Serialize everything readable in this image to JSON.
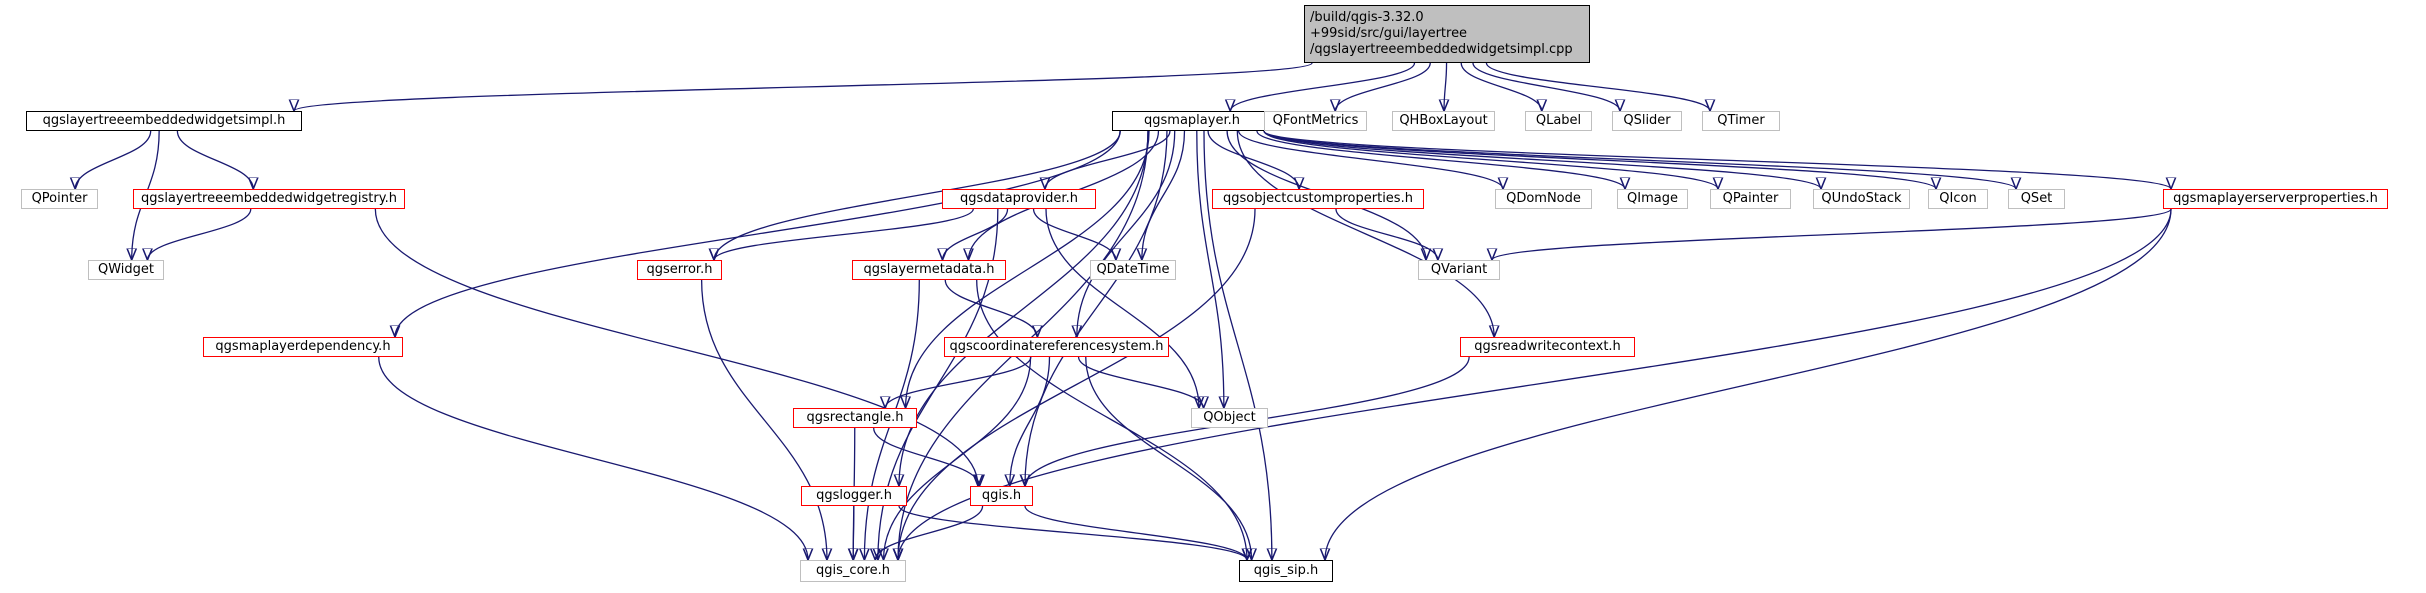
{
  "diagram": {
    "nodes": [
      {
        "id": "root",
        "style": "root",
        "lines": [
          "/build/qgis-3.32.0",
          "+99sid/src/gui/layertree",
          "/qgslayertreeembeddedwidgetsimpl.cpp"
        ]
      },
      {
        "id": "impl",
        "style": "black",
        "lines": [
          "qgslayertreeembeddedwidgetsimpl.h"
        ]
      },
      {
        "id": "qgsmaplayer",
        "style": "black",
        "lines": [
          "qgsmaplayer.h"
        ]
      },
      {
        "id": "qfontmetrics",
        "style": "gray",
        "lines": [
          "QFontMetrics"
        ]
      },
      {
        "id": "qhboxlayout",
        "style": "gray",
        "lines": [
          "QHBoxLayout"
        ]
      },
      {
        "id": "qlabel",
        "style": "gray",
        "lines": [
          "QLabel"
        ]
      },
      {
        "id": "qslider",
        "style": "gray",
        "lines": [
          "QSlider"
        ]
      },
      {
        "id": "qtimer",
        "style": "gray",
        "lines": [
          "QTimer"
        ]
      },
      {
        "id": "qpointer",
        "style": "gray",
        "lines": [
          "QPointer"
        ]
      },
      {
        "id": "registry",
        "style": "red",
        "lines": [
          "qgslayertreeembeddedwidgetregistry.h"
        ]
      },
      {
        "id": "qwidget",
        "style": "gray",
        "lines": [
          "QWidget"
        ]
      },
      {
        "id": "dataprovider",
        "style": "red",
        "lines": [
          "qgsdataprovider.h"
        ]
      },
      {
        "id": "objectcustom",
        "style": "red",
        "lines": [
          "qgsobjectcustomproperties.h"
        ]
      },
      {
        "id": "qdomnode",
        "style": "gray",
        "lines": [
          "QDomNode"
        ]
      },
      {
        "id": "qimage",
        "style": "gray",
        "lines": [
          "QImage"
        ]
      },
      {
        "id": "qpainter",
        "style": "gray",
        "lines": [
          "QPainter"
        ]
      },
      {
        "id": "qundostack",
        "style": "gray",
        "lines": [
          "QUndoStack"
        ]
      },
      {
        "id": "qicon",
        "style": "gray",
        "lines": [
          "QIcon"
        ]
      },
      {
        "id": "qset",
        "style": "gray",
        "lines": [
          "QSet"
        ]
      },
      {
        "id": "serverprops",
        "style": "red",
        "lines": [
          "qgsmaplayerserverproperties.h"
        ]
      },
      {
        "id": "qgserror",
        "style": "red",
        "lines": [
          "qgserror.h"
        ]
      },
      {
        "id": "layermetadata",
        "style": "red",
        "lines": [
          "qgslayermetadata.h"
        ]
      },
      {
        "id": "qdatetime",
        "style": "gray",
        "lines": [
          "QDateTime"
        ]
      },
      {
        "id": "qvariant",
        "style": "gray",
        "lines": [
          "QVariant"
        ]
      },
      {
        "id": "dependency",
        "style": "red",
        "lines": [
          "qgsmaplayerdependency.h"
        ]
      },
      {
        "id": "crs",
        "style": "red",
        "lines": [
          "qgscoordinatereferencesystem.h"
        ]
      },
      {
        "id": "readwrite",
        "style": "red",
        "lines": [
          "qgsreadwritecontext.h"
        ]
      },
      {
        "id": "qobject",
        "style": "gray",
        "lines": [
          "QObject"
        ]
      },
      {
        "id": "rectangle",
        "style": "red",
        "lines": [
          "qgsrectangle.h"
        ]
      },
      {
        "id": "qgslogger",
        "style": "red",
        "lines": [
          "qgslogger.h"
        ]
      },
      {
        "id": "qgis",
        "style": "red",
        "lines": [
          "qgis.h"
        ]
      },
      {
        "id": "qgis_core",
        "style": "gray",
        "lines": [
          "qgis_core.h"
        ]
      },
      {
        "id": "qgis_sip",
        "style": "black",
        "lines": [
          "qgis_sip.h"
        ]
      }
    ],
    "edges": [
      [
        "root",
        "impl"
      ],
      [
        "root",
        "qgsmaplayer"
      ],
      [
        "root",
        "qfontmetrics"
      ],
      [
        "root",
        "qhboxlayout"
      ],
      [
        "root",
        "qlabel"
      ],
      [
        "root",
        "qslider"
      ],
      [
        "root",
        "qtimer"
      ],
      [
        "impl",
        "qpointer"
      ],
      [
        "impl",
        "registry"
      ],
      [
        "impl",
        "qwidget"
      ],
      [
        "registry",
        "qwidget"
      ],
      [
        "registry",
        "qgis"
      ],
      [
        "qgsmaplayer",
        "dataprovider"
      ],
      [
        "qgsmaplayer",
        "objectcustom"
      ],
      [
        "qgsmaplayer",
        "qdomnode"
      ],
      [
        "qgsmaplayer",
        "qimage"
      ],
      [
        "qgsmaplayer",
        "qpainter"
      ],
      [
        "qgsmaplayer",
        "qundostack"
      ],
      [
        "qgsmaplayer",
        "qicon"
      ],
      [
        "qgsmaplayer",
        "qset"
      ],
      [
        "qgsmaplayer",
        "serverprops"
      ],
      [
        "qgsmaplayer",
        "qgserror"
      ],
      [
        "qgsmaplayer",
        "layermetadata"
      ],
      [
        "qgsmaplayer",
        "qdatetime"
      ],
      [
        "qgsmaplayer",
        "qvariant"
      ],
      [
        "qgsmaplayer",
        "dependency"
      ],
      [
        "qgsmaplayer",
        "crs"
      ],
      [
        "qgsmaplayer",
        "readwrite"
      ],
      [
        "qgsmaplayer",
        "qobject"
      ],
      [
        "qgsmaplayer",
        "rectangle"
      ],
      [
        "qgsmaplayer",
        "qgslogger"
      ],
      [
        "qgsmaplayer",
        "qgis"
      ],
      [
        "qgsmaplayer",
        "qgis_core"
      ],
      [
        "qgsmaplayer",
        "qgis_sip"
      ],
      [
        "dataprovider",
        "qgserror"
      ],
      [
        "dataprovider",
        "layermetadata"
      ],
      [
        "dataprovider",
        "qdatetime"
      ],
      [
        "dataprovider",
        "qobject"
      ],
      [
        "dataprovider",
        "qgis_core"
      ],
      [
        "objectcustom",
        "qvariant"
      ],
      [
        "objectcustom",
        "qgis_core"
      ],
      [
        "serverprops",
        "qvariant"
      ],
      [
        "serverprops",
        "qgis_core"
      ],
      [
        "serverprops",
        "qgis_sip"
      ],
      [
        "qgserror",
        "qgis_core"
      ],
      [
        "layermetadata",
        "crs"
      ],
      [
        "layermetadata",
        "qgis_core"
      ],
      [
        "layermetadata",
        "qgis_sip"
      ],
      [
        "dependency",
        "qgis_core"
      ],
      [
        "crs",
        "rectangle"
      ],
      [
        "crs",
        "qobject"
      ],
      [
        "crs",
        "qgis"
      ],
      [
        "crs",
        "qgis_core"
      ],
      [
        "crs",
        "qgis_sip"
      ],
      [
        "readwrite",
        "qgis"
      ],
      [
        "rectangle",
        "qgis"
      ],
      [
        "rectangle",
        "qgis_core"
      ],
      [
        "qgslogger",
        "qgis_core"
      ],
      [
        "qgslogger",
        "qgis_sip"
      ],
      [
        "qgis",
        "qgis_core"
      ],
      [
        "qgis",
        "qgis_sip"
      ]
    ]
  }
}
